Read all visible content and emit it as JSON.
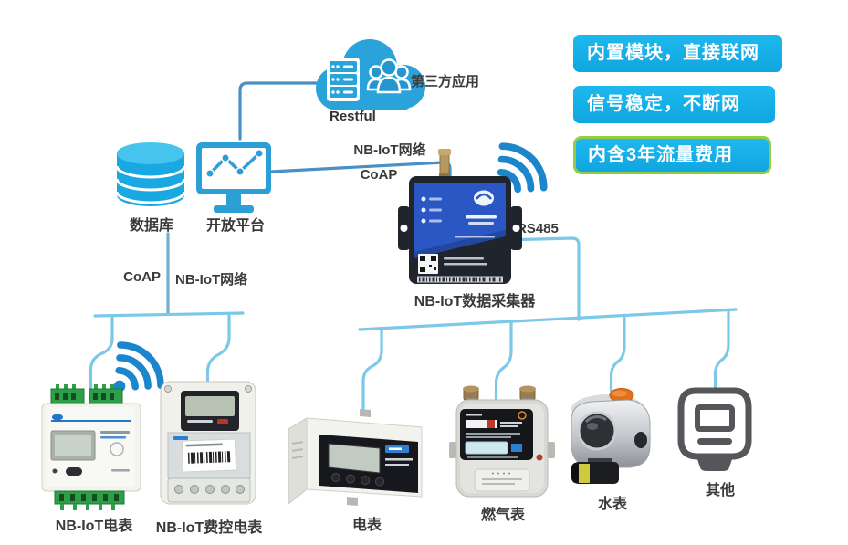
{
  "banners": [
    {
      "label": "内置模块，直接联网"
    },
    {
      "label": "信号稳定，不断网"
    },
    {
      "label": "内含3年流量费用"
    }
  ],
  "cloud": {
    "third_party_label": "第三方应用",
    "protocol_label": "Restful"
  },
  "platform": {
    "database_label": "数据库",
    "open_platform_label": "开放平台"
  },
  "links": {
    "top_network": "NB-IoT网络",
    "top_protocol": "CoAP",
    "left_protocol": "CoAP",
    "left_network": "NB-IoT网络",
    "serial_bus": "RS485"
  },
  "collector": {
    "label": "NB-IoT数据采集器"
  },
  "devices": [
    {
      "label": "NB-IoT电表"
    },
    {
      "label": "NB-IoT费控电表"
    },
    {
      "label": "电表"
    },
    {
      "label": "燃气表"
    },
    {
      "label": "水表"
    },
    {
      "label": "其他"
    }
  ],
  "colors": {
    "banner_fill": "#18b2e8",
    "banner_highlight_border": "#95cc41",
    "icon_blue": "#2aa3da",
    "wifi_blue": "#1b86cb",
    "line_dark": "#4a90c4",
    "line_light": "#7bc8e8"
  }
}
